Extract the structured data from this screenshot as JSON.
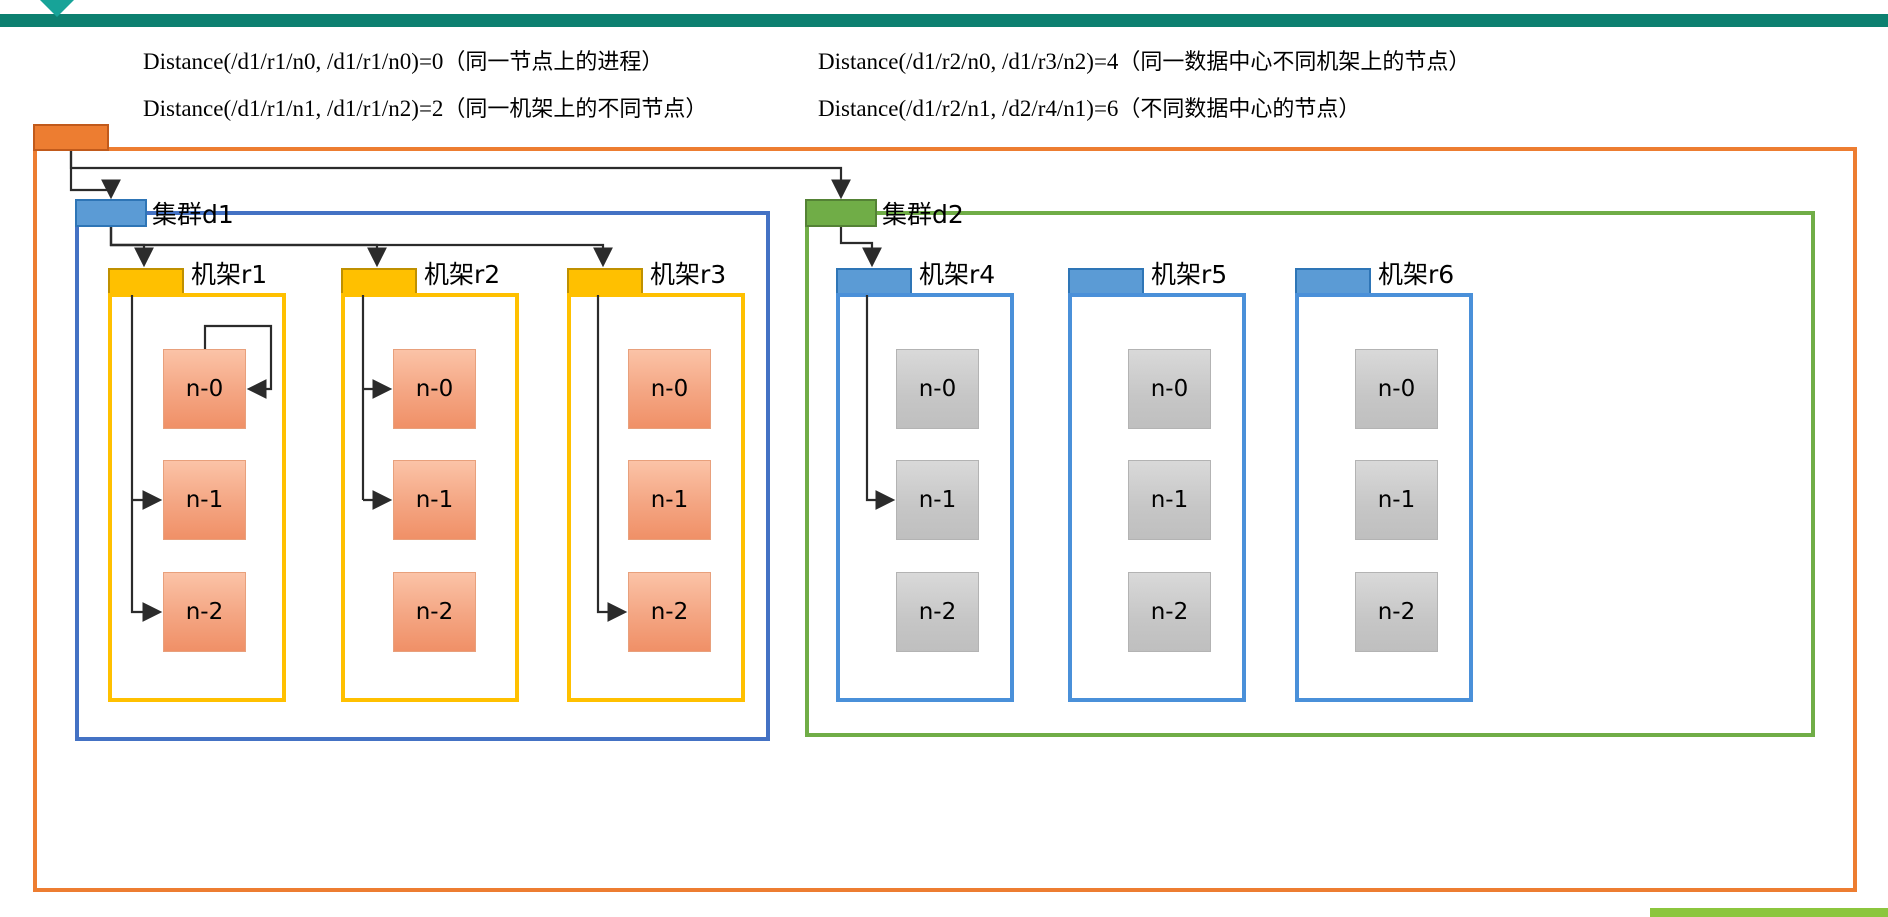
{
  "slide": {
    "accent_top_color": "#0d8070",
    "accent_bottom_color": "#8cc63e",
    "chevron_icon": "chevron-down-icon"
  },
  "equations": [
    {
      "id": "eq-0",
      "formula": "Distance(/d1/r1/n0, /d1/r1/n0)=0",
      "note": "（同一节点上的进程）"
    },
    {
      "id": "eq-1",
      "formula": "Distance(/d1/r1/n1, /d1/r1/n2)=2",
      "note": "（同一机架上的不同节点）"
    },
    {
      "id": "eq-2",
      "formula": "Distance(/d1/r2/n0, /d1/r3/n2)=4",
      "note": "（同一数据中心不同机架上的节点）"
    },
    {
      "id": "eq-3",
      "formula": "Distance(/d1/r2/n1, /d2/r4/n1)=6",
      "note": "（不同数据中心的节点）"
    }
  ],
  "topology": {
    "root": {
      "name": "datacenter-root",
      "label": "",
      "color": "#ed7d31"
    },
    "clusters": [
      {
        "id": "d1",
        "label": "集群d1",
        "color": "#5b9bd5",
        "frame_color": "#4472c4",
        "racks": [
          {
            "id": "r1",
            "label": "机架r1",
            "color": "#ffc000",
            "node_color": "orange",
            "nodes": [
              "n-0",
              "n-1",
              "n-2"
            ]
          },
          {
            "id": "r2",
            "label": "机架r2",
            "color": "#ffc000",
            "node_color": "orange",
            "nodes": [
              "n-0",
              "n-1",
              "n-2"
            ]
          },
          {
            "id": "r3",
            "label": "机架r3",
            "color": "#ffc000",
            "node_color": "orange",
            "nodes": [
              "n-0",
              "n-1",
              "n-2"
            ]
          }
        ]
      },
      {
        "id": "d2",
        "label": "集群d2",
        "color": "#70ad47",
        "frame_color": "#70ad47",
        "racks": [
          {
            "id": "r4",
            "label": "机架r4",
            "color": "#5b9bd5",
            "node_color": "gray",
            "nodes": [
              "n-0",
              "n-1",
              "n-2"
            ]
          },
          {
            "id": "r5",
            "label": "机架r5",
            "color": "#5b9bd5",
            "node_color": "gray",
            "nodes": [
              "n-0",
              "n-1",
              "n-2"
            ]
          },
          {
            "id": "r6",
            "label": "机架r6",
            "color": "#5b9bd5",
            "node_color": "gray",
            "nodes": [
              "n-0",
              "n-1",
              "n-2"
            ]
          }
        ]
      }
    ]
  }
}
